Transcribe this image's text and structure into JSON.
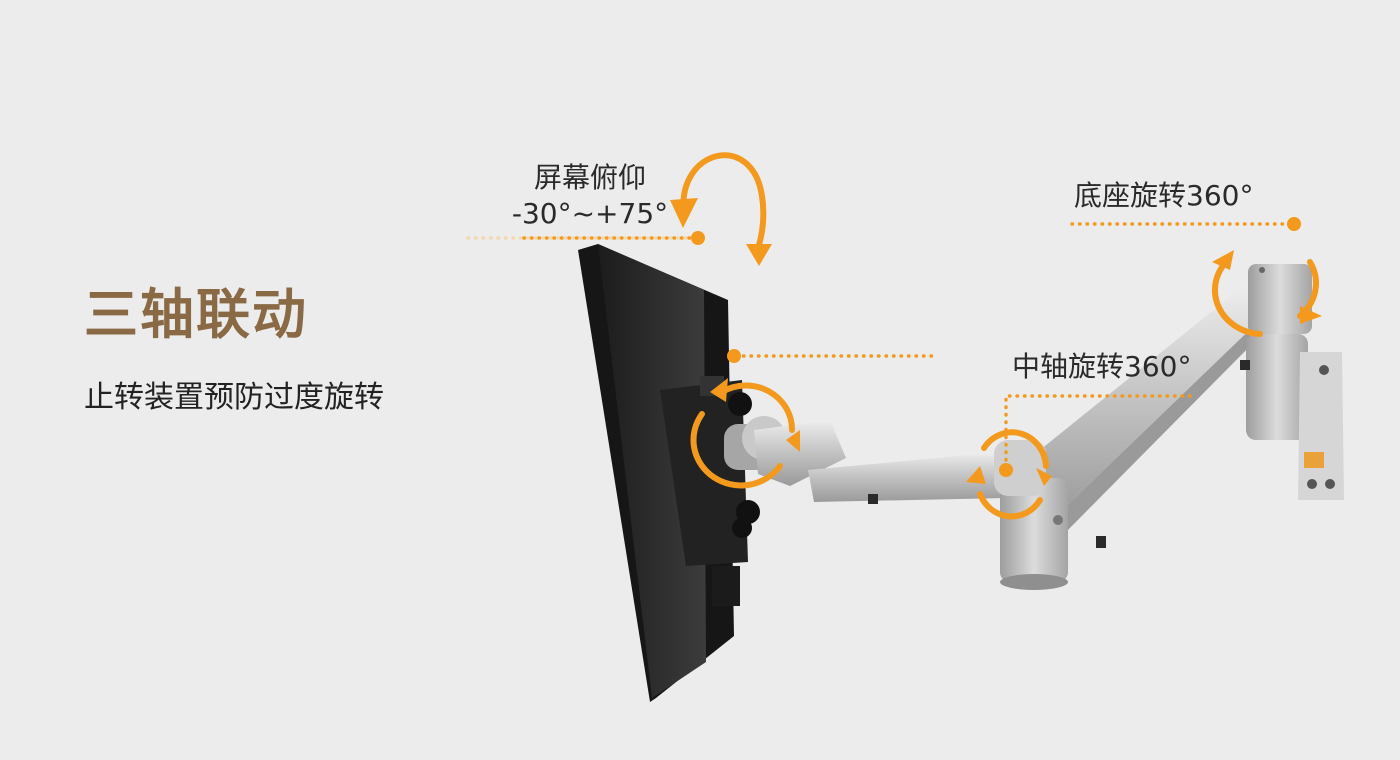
{
  "headline": "三轴联动",
  "subline": "止转装置预防过度旋转",
  "callouts": {
    "tilt_label": "屏幕俯仰",
    "tilt_range": "-30°~+75°",
    "base_rotation": "底座旋转360°",
    "middle_rotation": "中轴旋转360°"
  },
  "colors": {
    "headline": "#8a6a45",
    "accent": "#f39a1e",
    "background": "#ececec",
    "monitor": "#2b2b2b",
    "arm": "#c9c9c9"
  },
  "icons": [
    "tilt-arrow-icon",
    "rotation-ring-icon"
  ]
}
